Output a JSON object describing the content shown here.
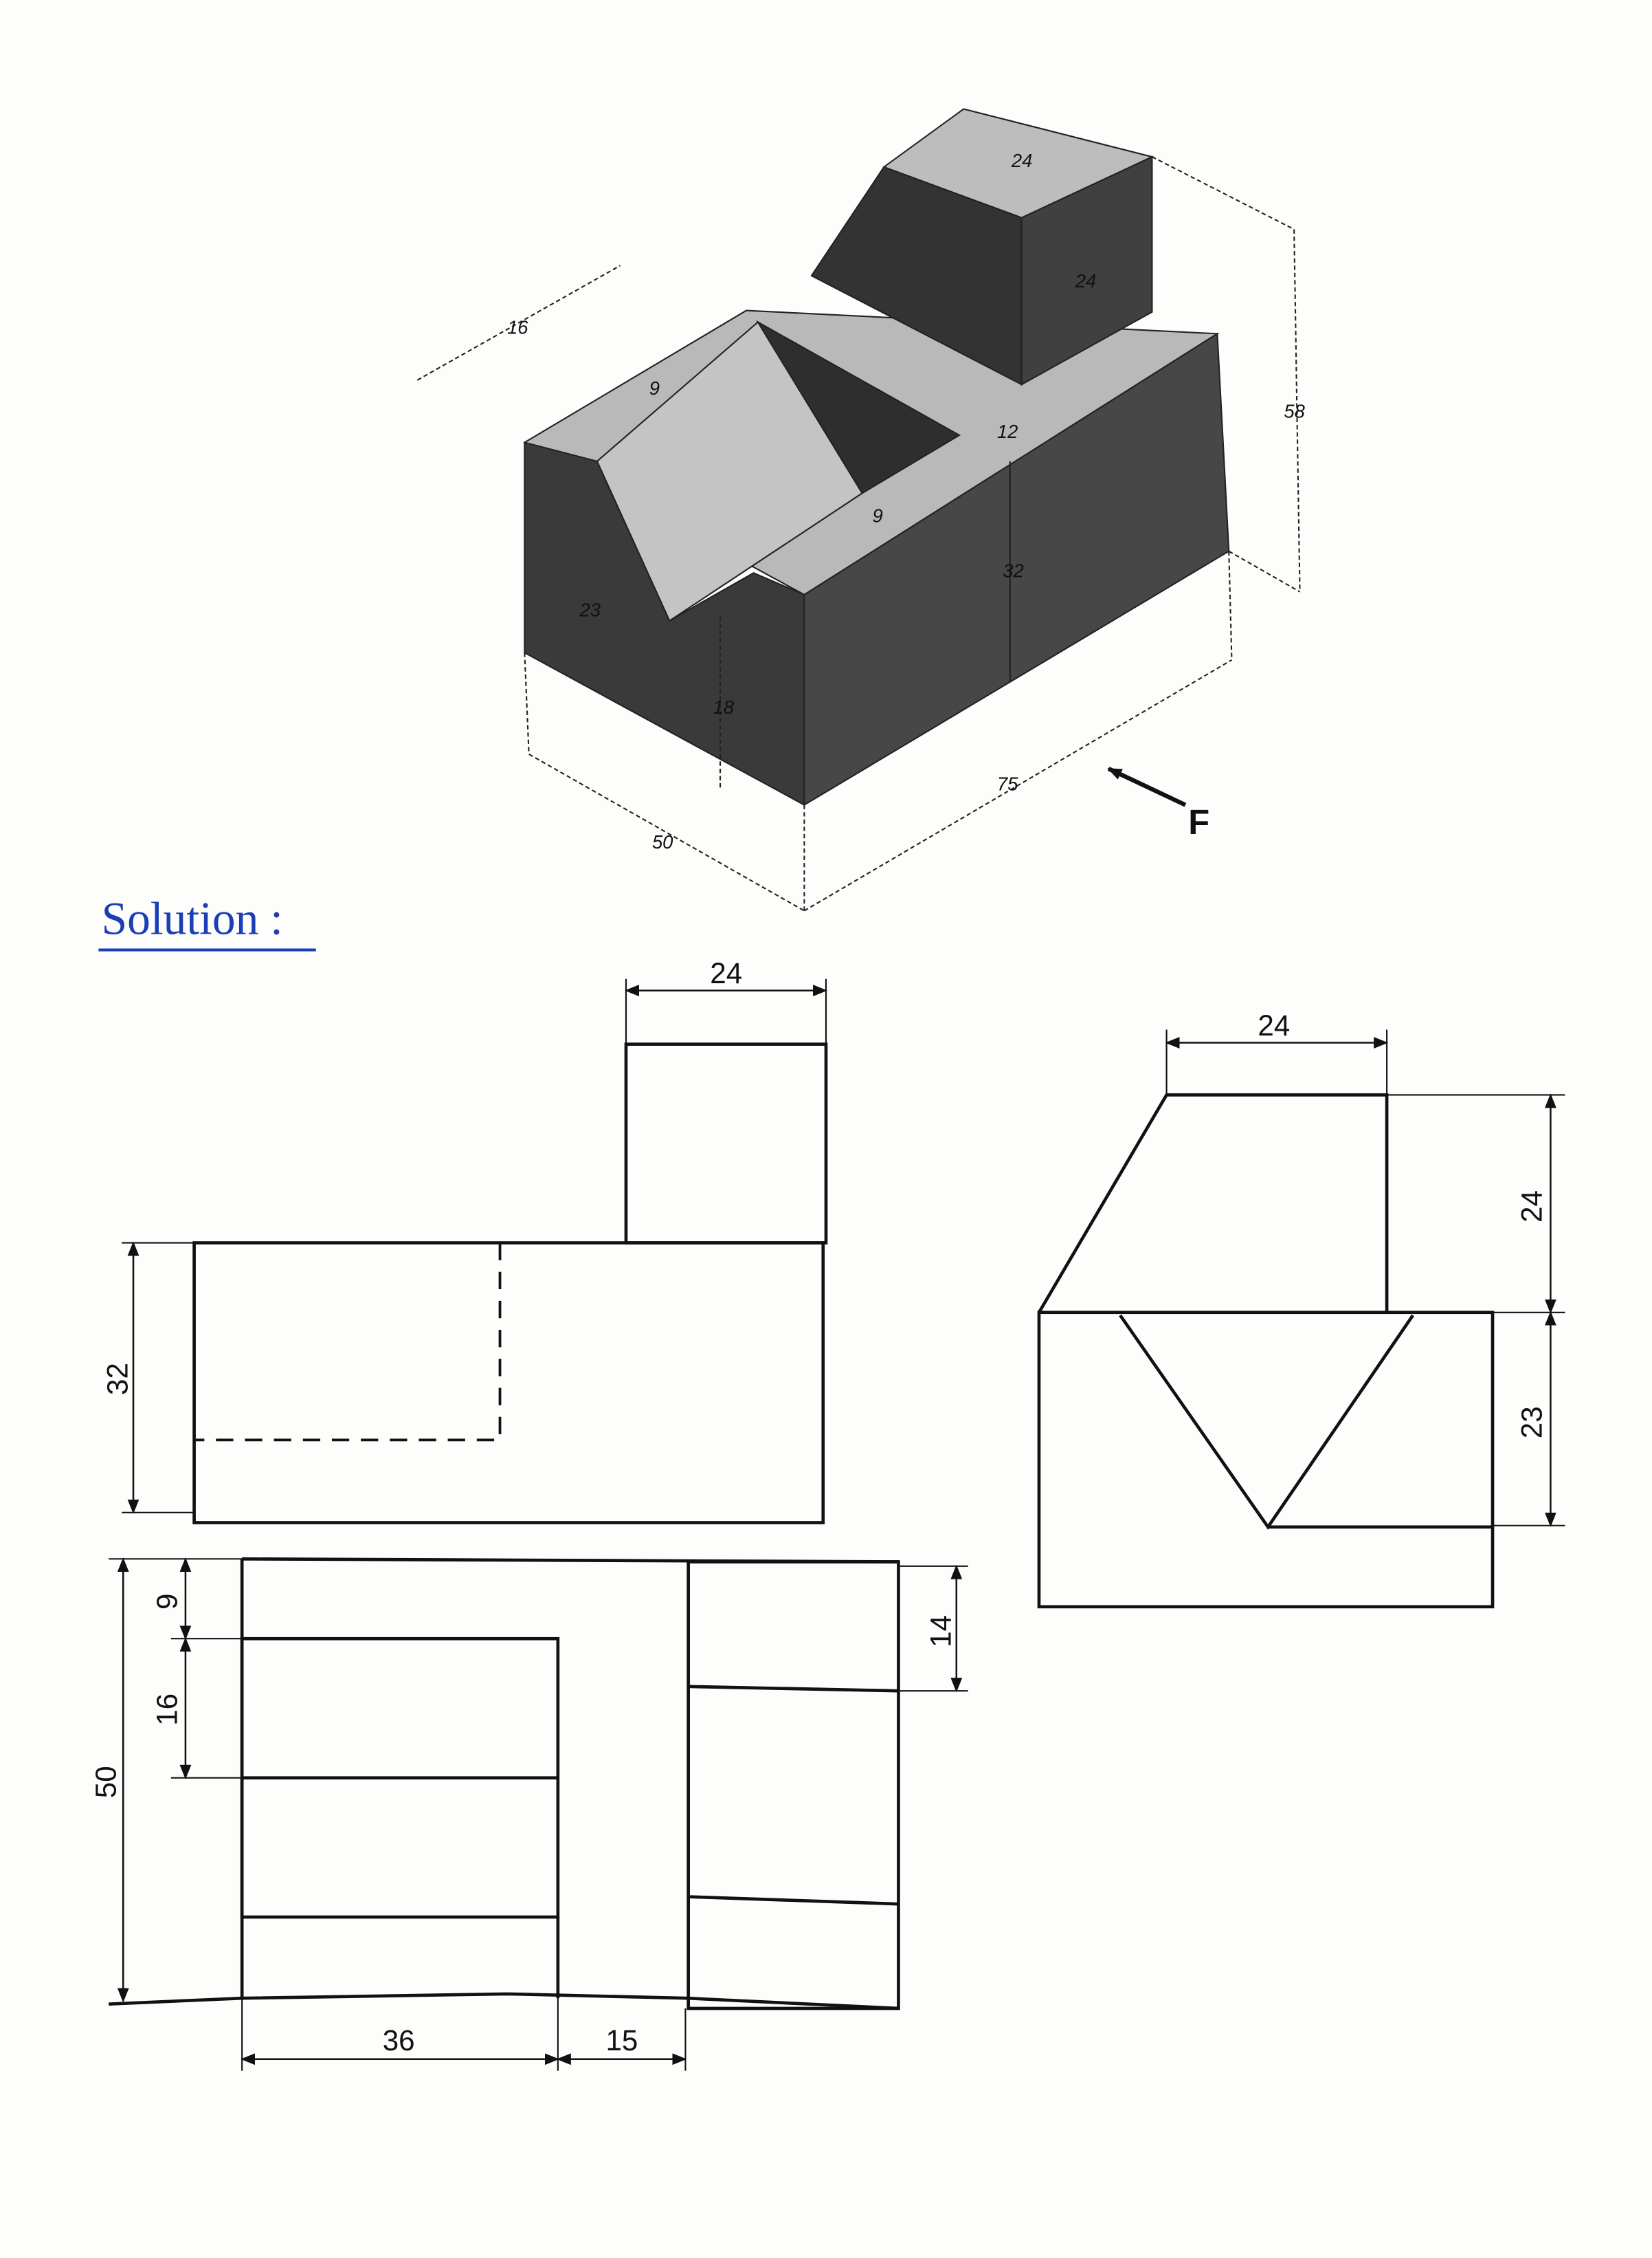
{
  "isometric": {
    "labels": {
      "top_depth": "16",
      "v_top_9": "9",
      "v_bottom_9": "9",
      "slot_12": "12",
      "tower_width": "24",
      "tower_depth": "24",
      "base_height": "32",
      "notch_23": "23",
      "notch_18": "18",
      "depth_50": "50",
      "length_75": "75",
      "height_58": "58",
      "view_direction": "F"
    },
    "colors": {
      "dark_face": "#3c3c3c",
      "light_face": "#b9b9b9"
    }
  },
  "solution": {
    "heading": "Solution :",
    "color": "#1a3fb5"
  },
  "front_view": {
    "dim_top": "24",
    "dim_left": "32"
  },
  "side_view": {
    "dim_top": "24",
    "dim_right_upper": "24",
    "dim_right_lower": "23"
  },
  "top_view": {
    "dim_left_total": "50",
    "dim_left_9": "9",
    "dim_left_16": "16",
    "dim_right_14": "14",
    "dim_bottom_36": "36",
    "dim_bottom_15": "15"
  }
}
